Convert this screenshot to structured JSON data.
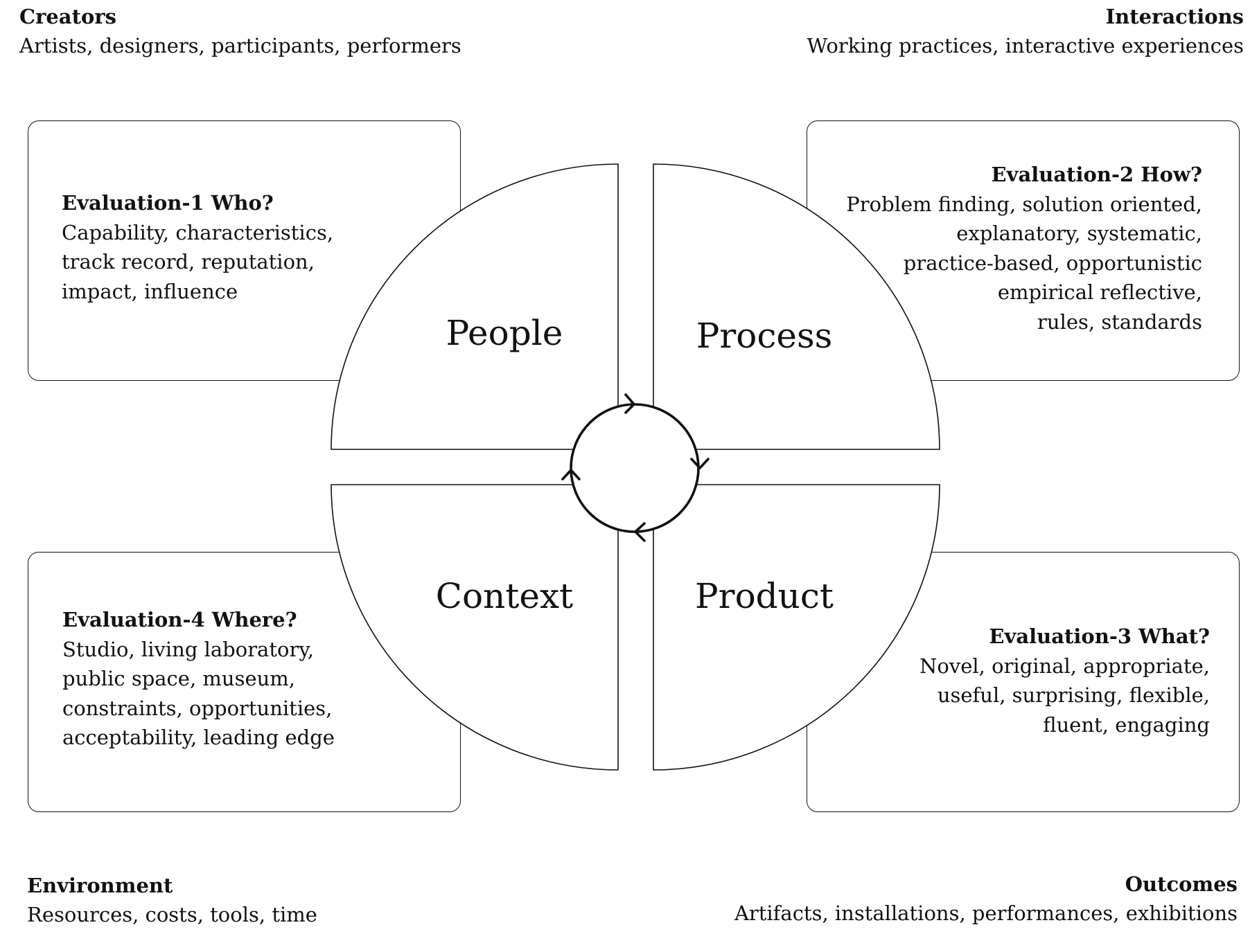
{
  "corners": {
    "creators": {
      "heading": "Creators",
      "text": "Artists, designers, participants, performers"
    },
    "interactions": {
      "heading": "Interactions",
      "text": "Working practices, interactive experiences"
    },
    "environment": {
      "heading": "Environment",
      "text": "Resources, costs, tools, time"
    },
    "outcomes": {
      "heading": "Outcomes",
      "text": "Artifacts, installations, performances, exhibitions"
    }
  },
  "quadrants": {
    "people": "People",
    "process": "Process",
    "product": "Product",
    "context": "Context"
  },
  "evaluations": {
    "e1": {
      "heading": "Evaluation-1 Who?",
      "lines": [
        "Capability, characteristics,",
        "track record, reputation,",
        "impact, influence"
      ]
    },
    "e2": {
      "heading": "Evaluation-2 How?",
      "lines": [
        "Problem finding, solution oriented,",
        "explanatory, systematic,",
        "practice-based, opportunistic",
        "empirical reflective,",
        "rules, standards"
      ]
    },
    "e3": {
      "heading": "Evaluation-3 What?",
      "lines": [
        "Novel, original, appropriate,",
        "useful, surprising, flexible,",
        "fluent, engaging"
      ]
    },
    "e4": {
      "heading": "Evaluation-4 Where?",
      "lines": [
        "Studio, living laboratory,",
        "public space, museum,",
        "constraints, opportunities,",
        "acceptability, leading edge"
      ]
    }
  },
  "cycle": {
    "icon": "cycle-arrows-icon",
    "direction": "clockwise"
  },
  "colors": {
    "stroke": "#111111",
    "background": "#ffffff"
  }
}
